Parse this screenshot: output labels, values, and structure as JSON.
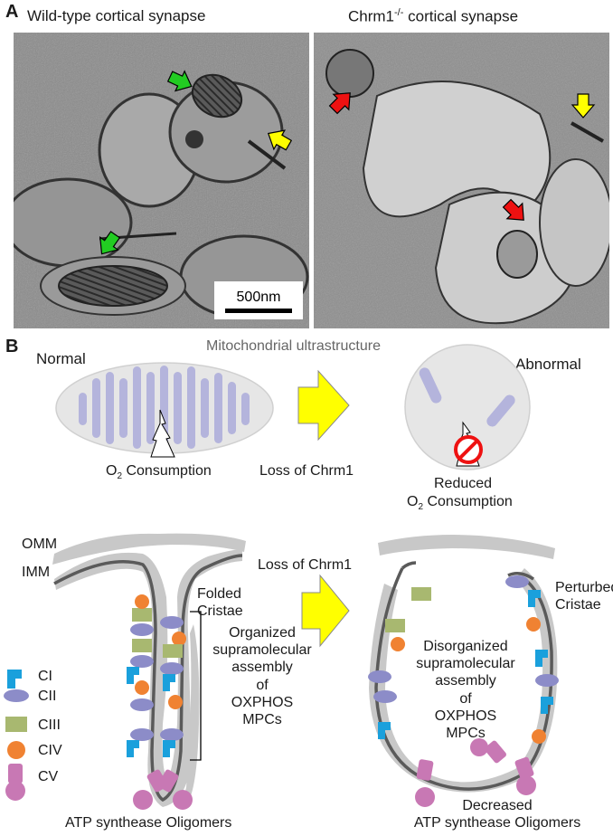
{
  "panel_a": {
    "letter": "A",
    "left_title": "Wild-type cortical synapse",
    "right_title_main": "Chrm1",
    "right_title_sup": "-/-",
    "right_title_rest": " cortical synapse",
    "scale_bar": "500nm"
  },
  "panel_b": {
    "letter": "B",
    "section_title": "Mitochondrial ultrastructure",
    "normal": "Normal",
    "abnormal": "Abnormal",
    "o2_prefix": "O",
    "o2_sub": "2",
    "o2_consumption": " Consumption",
    "loss_of_chrm1": "Loss of Chrm1",
    "reduced": "Reduced",
    "omm": "OMM",
    "imm": "IMM",
    "folded_cristae": [
      "Folded",
      "Cristae"
    ],
    "perturbed_cristae": [
      "Perturbed",
      "Cristae"
    ],
    "organized": [
      "Organized",
      "supramolecular",
      "assembly",
      "of",
      "OXPHOS",
      "MPCs"
    ],
    "disorganized": [
      "Disorganized",
      "supramolecular",
      "assembly",
      "of",
      "OXPHOS",
      "MPCs"
    ],
    "legend": [
      "CI",
      "CII",
      "CIII",
      "CIV",
      "CV"
    ],
    "atp_normal": "ATP synthease Oligomers",
    "atp_decreased": [
      "Decreased",
      "ATP synthease Oligomers"
    ]
  },
  "colors": {
    "ci": "#1aa0dc",
    "cii": "#8c8cc8",
    "ciii": "#a8b870",
    "civ": "#f08232",
    "cv": "#c878b4",
    "arrow_yellow": "#ffff00",
    "arrow_green": "#22cc22",
    "arrow_red": "#ee1111",
    "cristae": "#b4b4dc",
    "mito_fill": "#e6e6e6",
    "membrane": "#5a5a5a"
  }
}
